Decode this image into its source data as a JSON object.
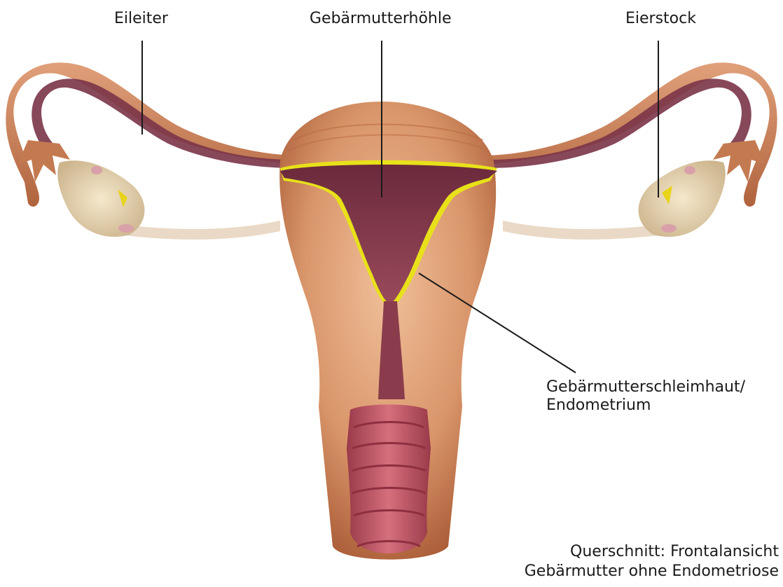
{
  "labels": {
    "fallopian_tube": "Eileiter",
    "uterine_cavity": "Gebärmutterhöhle",
    "ovary": "Eierstock",
    "endometrium_line1": "Gebärmutterschleimhaut/",
    "endometrium_line2": "Endometrium"
  },
  "caption": {
    "line1": "Querschnitt: Frontalansicht",
    "line2": "Gebärmutter ohne Endometriose"
  },
  "colors": {
    "muscle": "#d9956a",
    "muscle_dark": "#a85a34",
    "cavity": "#7a3448",
    "lining": "#e8e11a",
    "ovary": "#e9d9b8",
    "vagina": "#c25a6a"
  }
}
